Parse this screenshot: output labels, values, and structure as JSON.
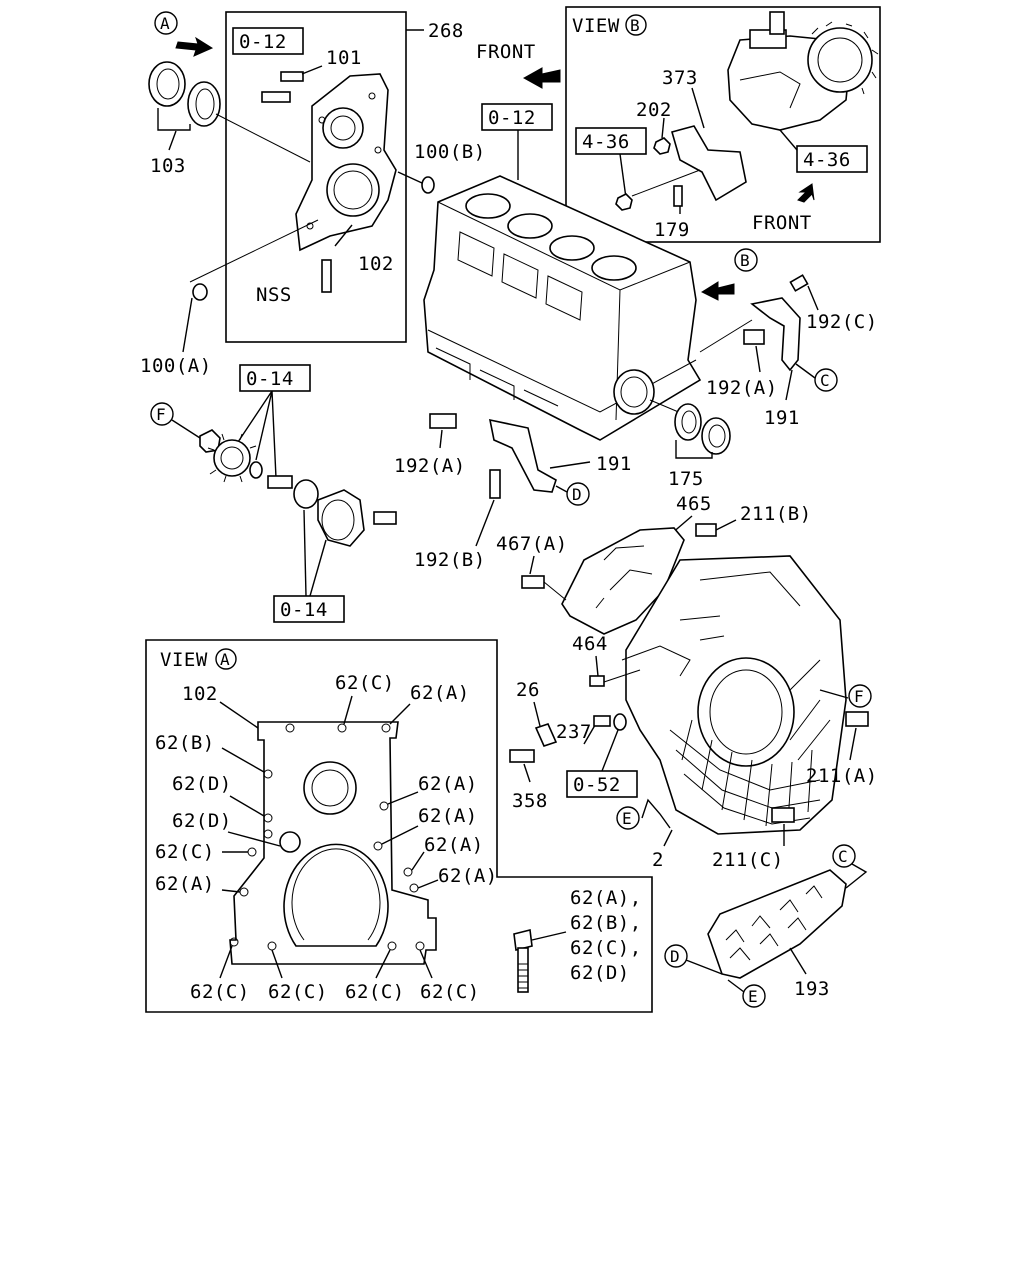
{
  "callouts": {
    "a": "A",
    "b": "B",
    "c": "C",
    "d": "D",
    "e": "E",
    "f": "F"
  },
  "refs": {
    "r012a": "0-12",
    "r012b": "0-12",
    "r014a": "0-14",
    "r014b": "0-14",
    "r436a": "4-36",
    "r436b": "4-36",
    "r052": "0-52"
  },
  "view_b": {
    "title": "VIEW",
    "front": "FRONT",
    "labels": {
      "l373": "373",
      "l202": "202",
      "l179": "179"
    }
  },
  "main": {
    "front": "FRONT",
    "labels": {
      "l268": "268",
      "l101": "101",
      "l103": "103",
      "l100b": "100(B)",
      "l102": "102",
      "lnss": "NSS",
      "l100a": "100(A)",
      "l192c": "192(C)",
      "l192a_r": "192(A)",
      "l191_r": "191",
      "l175": "175",
      "l192a_m": "192(A)",
      "l191_m": "191",
      "l192b": "192(B)",
      "l465": "465",
      "l211b": "211(B)",
      "l467a": "467(A)",
      "l464": "464",
      "l26": "26",
      "l237": "237",
      "l358": "358",
      "l211a": "211(A)",
      "l211c": "211(C)",
      "l2": "2",
      "l193": "193"
    }
  },
  "view_a": {
    "title": "VIEW",
    "labels": {
      "l102": "102",
      "l62c_top": "62(C)",
      "l62a_top": "62(A)",
      "l62b": "62(B)",
      "l62d_1": "62(D)",
      "l62a_1": "62(A)",
      "l62a_2": "62(A)",
      "l62d_2": "62(D)",
      "l62a_3": "62(A)",
      "l62c_1": "62(C)",
      "l62a_4": "62(A)",
      "l62a_5": "62(A)",
      "l62c_b1": "62(C)",
      "l62c_b2": "62(C)",
      "l62c_b3": "62(C)",
      "l62c_b4": "62(C)"
    },
    "bolt_list": [
      "62(A),",
      "62(B),",
      "62(C),",
      "62(D)"
    ]
  }
}
